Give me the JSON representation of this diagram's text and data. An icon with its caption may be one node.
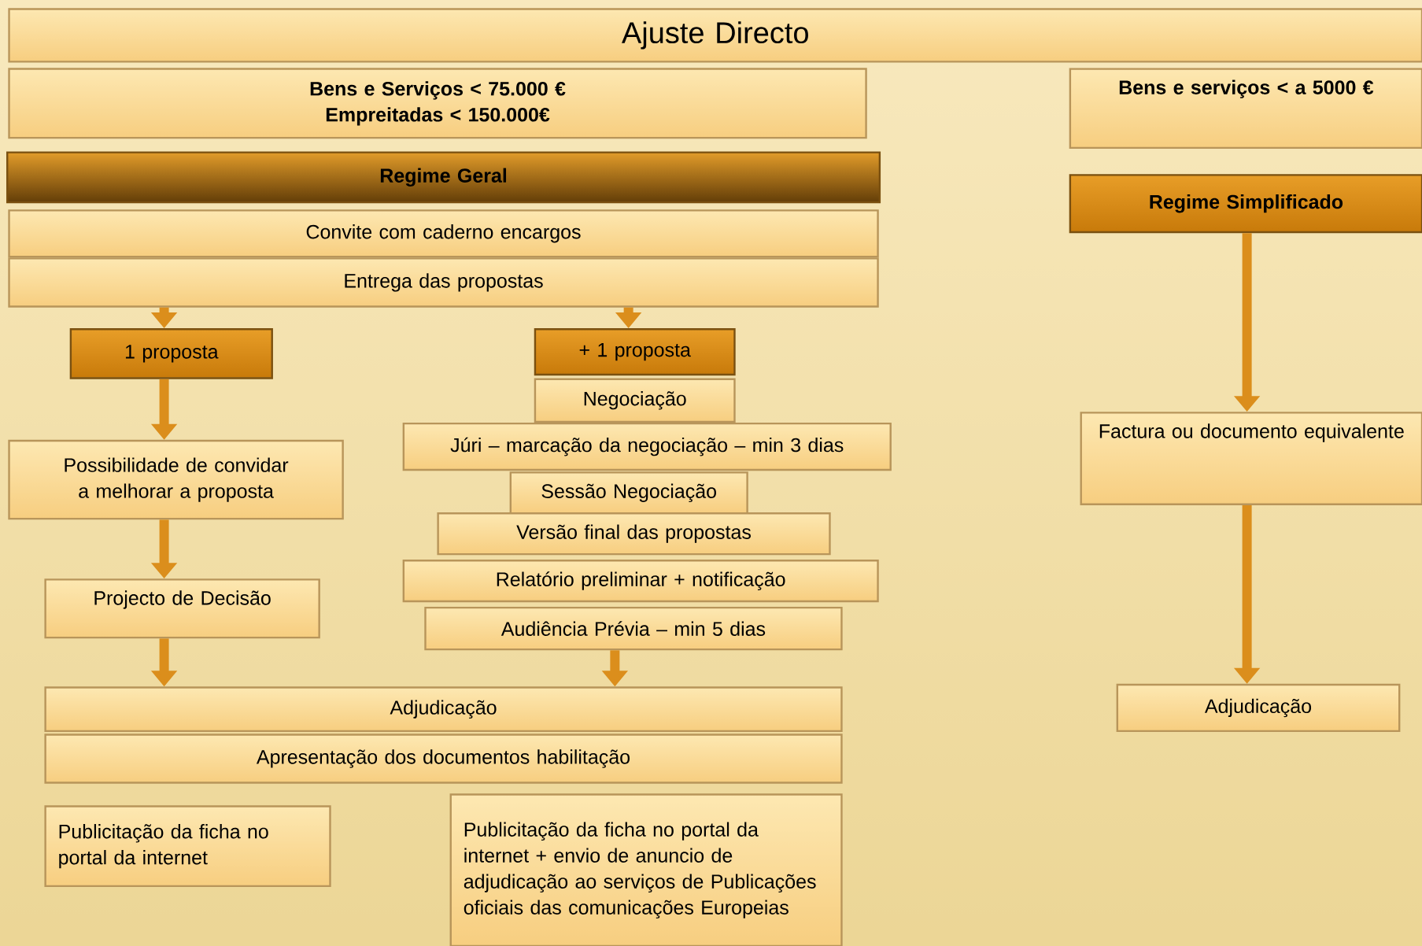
{
  "diagram": {
    "nodes": [
      {
        "text": [
          "Ajuste Directo"
        ]
      },
      {
        "text": [
          "Bens e Serviços < 75.000 €",
          "Empreitadas < 150.000€"
        ]
      },
      {
        "text": [
          "Bens e serviços < a 5000 €"
        ]
      },
      {
        "text": [
          "Regime Geral"
        ]
      },
      {
        "text": [
          "Regime Simplificado"
        ]
      },
      {
        "text": [
          "Convite com caderno encargos"
        ]
      },
      {
        "text": [
          "Entrega das propostas"
        ]
      },
      {
        "text": [
          "1 proposta"
        ]
      },
      {
        "text": [
          "+ 1 proposta"
        ]
      },
      {
        "text": [
          "Negociação"
        ]
      },
      {
        "text": [
          "Factura ou documento equivalente"
        ]
      },
      {
        "text": [
          "Júri – marcação da negociação – min 3 dias"
        ]
      },
      {
        "text": [
          "Possibilidade de convidar a melhorar a proposta"
        ]
      },
      {
        "text": [
          "Sessão Negociação"
        ]
      },
      {
        "text": [
          "Versão final das propostas"
        ]
      },
      {
        "text": [
          "Relatório preliminar + notificação"
        ]
      },
      {
        "text": [
          "Projecto de Decisão"
        ]
      },
      {
        "text": [
          "Audiência Prévia – min 5 dias"
        ]
      },
      {
        "text": [
          "Adjudicação"
        ]
      },
      {
        "text": [
          "Adjudicação"
        ]
      },
      {
        "text": [
          "Apresentação dos documentos habilitação"
        ]
      },
      {
        "text": [
          "Publicitação da ficha no portal da internet + envio de anuncio de adjudicação ao serviços de Publicações oficiais das comunicações Europeias"
        ]
      },
      {
        "text": [
          "Publicitação da ficha no portal da internet"
        ]
      }
    ],
    "edges": [
      {
        "from": 6,
        "to": 7,
        "arrow": "to"
      },
      {
        "from": 6,
        "to": 8,
        "arrow": "to"
      },
      {
        "from": 7,
        "to": 12,
        "arrow": "to"
      },
      {
        "from": 12,
        "to": 16,
        "arrow": "to"
      },
      {
        "from": 16,
        "to": 19,
        "arrow": "to"
      },
      {
        "from": 17,
        "to": 19,
        "arrow": "to"
      },
      {
        "from": 4,
        "to": 10,
        "arrow": "to"
      },
      {
        "from": 10,
        "to": 18,
        "arrow": "to"
      }
    ]
  }
}
